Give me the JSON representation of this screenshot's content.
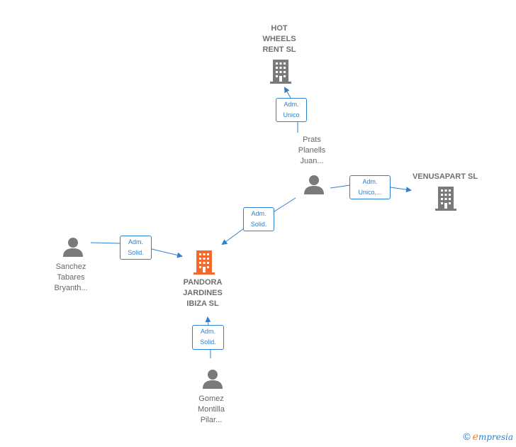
{
  "nodes": {
    "hot_wheels": {
      "label": "HOT\nWHEELS\nRENT  SL",
      "type": "company"
    },
    "venusapart": {
      "label": "VENUSAPART SL",
      "type": "company"
    },
    "pandora": {
      "label": "PANDORA\nJARDINES\nIBIZA  SL",
      "type": "company-main"
    },
    "prats": {
      "label": "Prats\nPlanells\nJuan...",
      "type": "person"
    },
    "sanchez": {
      "label": "Sanchez\nTabares\nBryanth...",
      "type": "person"
    },
    "gomez": {
      "label": "Gomez\nMontilla\nPilar...",
      "type": "person"
    }
  },
  "edges": [
    {
      "from": "prats",
      "to": "hot_wheels",
      "role": "Adm.\nUnico"
    },
    {
      "from": "prats",
      "to": "venusapart",
      "role": "Adm.\nUnico,..."
    },
    {
      "from": "prats",
      "to": "pandora",
      "role": "Adm.\nSolid."
    },
    {
      "from": "sanchez",
      "to": "pandora",
      "role": "Adm.\nSolid."
    },
    {
      "from": "gomez",
      "to": "pandora",
      "role": "Adm.\nSolid."
    }
  ],
  "colors": {
    "edge": "#2e7fd0",
    "company_icon": "#7a7a7a",
    "main_company_icon": "#f26a2e",
    "person_icon": "#7a7a7a"
  },
  "icons": {
    "company": "building-icon",
    "person": "person-icon"
  },
  "watermark": {
    "copyright": "©",
    "brand_initial": "e",
    "brand_rest": "mpresia"
  }
}
